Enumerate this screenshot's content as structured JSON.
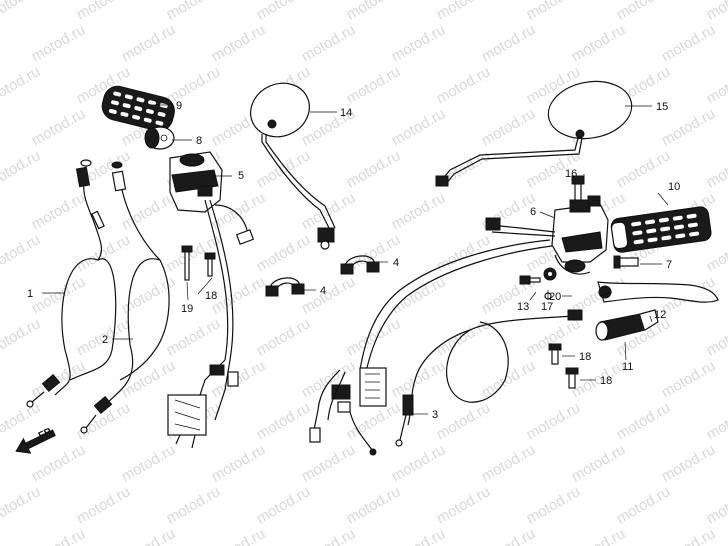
{
  "watermark": "motod.ru",
  "front_marker": "FR.",
  "callouts": [
    "1",
    "2",
    "3",
    "4",
    "4",
    "5",
    "6",
    "7",
    "8",
    "9",
    "10",
    "11",
    "12",
    "13",
    "14",
    "15",
    "16",
    "17",
    "18",
    "18",
    "18",
    "19",
    "20"
  ]
}
